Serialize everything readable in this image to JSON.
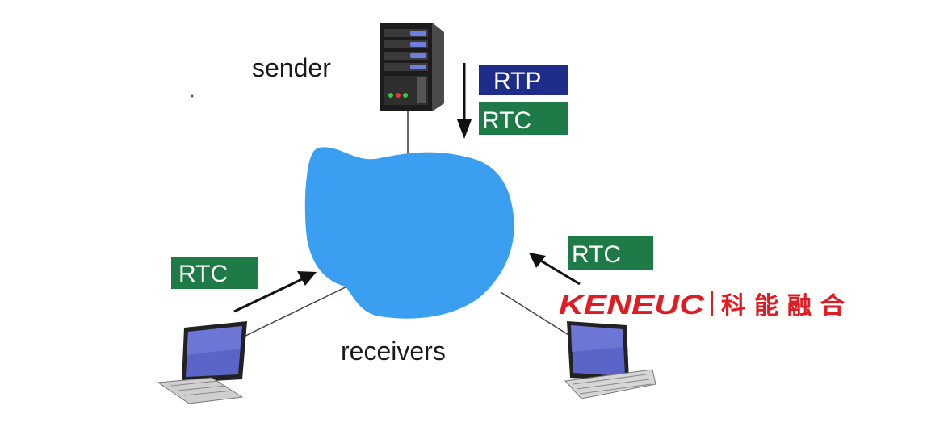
{
  "labels": {
    "sender": "sender",
    "receivers": "receivers"
  },
  "protocol_boxes": {
    "rtp": "RTP",
    "rtc_sender": "RTC",
    "rtc_left": "RTC",
    "rtc_right": "RTC"
  },
  "logo": {
    "brand": "KENEUC",
    "chinese": "科 能 融 合"
  },
  "colors": {
    "network_cloud": "#3a9ff0",
    "rtp_box": "#1f2d8a",
    "rtc_box": "#1e7a46",
    "logo_red": "#e11b22"
  }
}
